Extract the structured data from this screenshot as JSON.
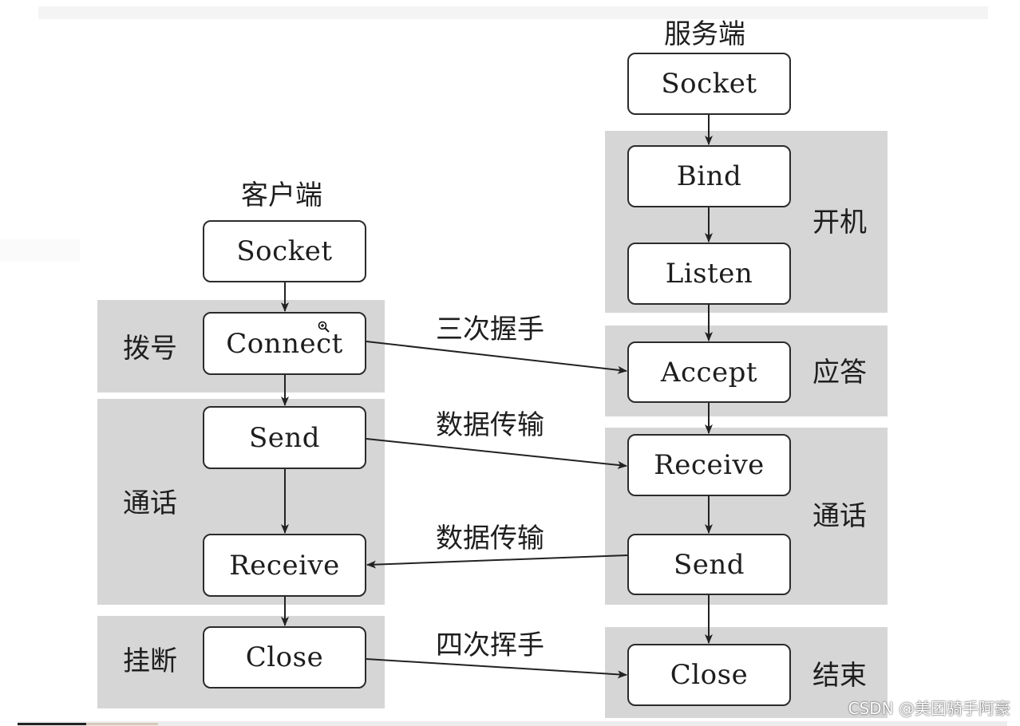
{
  "server": {
    "title": "服务端",
    "nodes": {
      "socket": "Socket",
      "bind": "Bind",
      "listen": "Listen",
      "accept": "Accept",
      "receive": "Receive",
      "send": "Send",
      "close": "Close"
    },
    "phases": {
      "startup": "开机",
      "answer": "应答",
      "talk": "通话",
      "end": "结束"
    }
  },
  "client": {
    "title": "客户端",
    "nodes": {
      "socket": "Socket",
      "connect": "Connect",
      "send": "Send",
      "receive": "Receive",
      "close": "Close"
    },
    "phases": {
      "dial": "拨号",
      "talk": "通话",
      "hangup": "挂断"
    }
  },
  "edges": {
    "handshake": "三次握手",
    "data_to_server": "数据传输",
    "data_to_client": "数据传输",
    "wave": "四次挥手"
  },
  "watermark": "CSDN @美团骑手阿豪"
}
